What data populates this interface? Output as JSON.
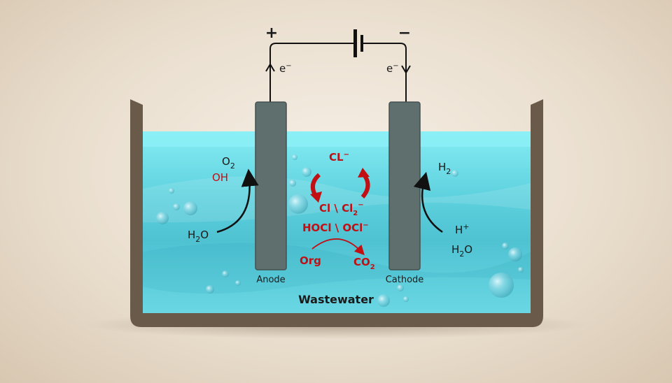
{
  "terminals": {
    "positive": "+",
    "negative": "−"
  },
  "electron_left": {
    "base": "e",
    "sup": "−"
  },
  "electron_right": {
    "base": "e",
    "sup": "−"
  },
  "anode": {
    "label": "Anode",
    "product_o2": {
      "base": "O",
      "sub": "2"
    },
    "product_oh": "OH",
    "reactant_h2o": {
      "base": "H",
      "sub": "2",
      "rest": "O"
    }
  },
  "cathode": {
    "label": "Cathode",
    "product_h2": {
      "base": "H",
      "sub": "2"
    },
    "reactant_hplus": {
      "base": "H",
      "sup": "+"
    },
    "reactant_h2o": {
      "base": "H",
      "sub": "2",
      "rest": "O"
    }
  },
  "center_species": {
    "chloride": {
      "base": "CL",
      "sup": "−"
    },
    "chlorine": {
      "base": "Cl \\ Cl",
      "sub": "2",
      "sup": "−"
    },
    "hypochlorite": {
      "base": "HOCl \\ OCl",
      "sup": "−"
    },
    "organic": "Org",
    "co2": {
      "base": "CO",
      "sub": "2"
    }
  },
  "tank_label": "Wastewater",
  "colors": {
    "water_top": "#7ee6ef",
    "water_mid": "#56c9d8",
    "tank": "#6a5a4a",
    "electrode": "#5f6f6e",
    "accent_red": "#c10f14"
  }
}
